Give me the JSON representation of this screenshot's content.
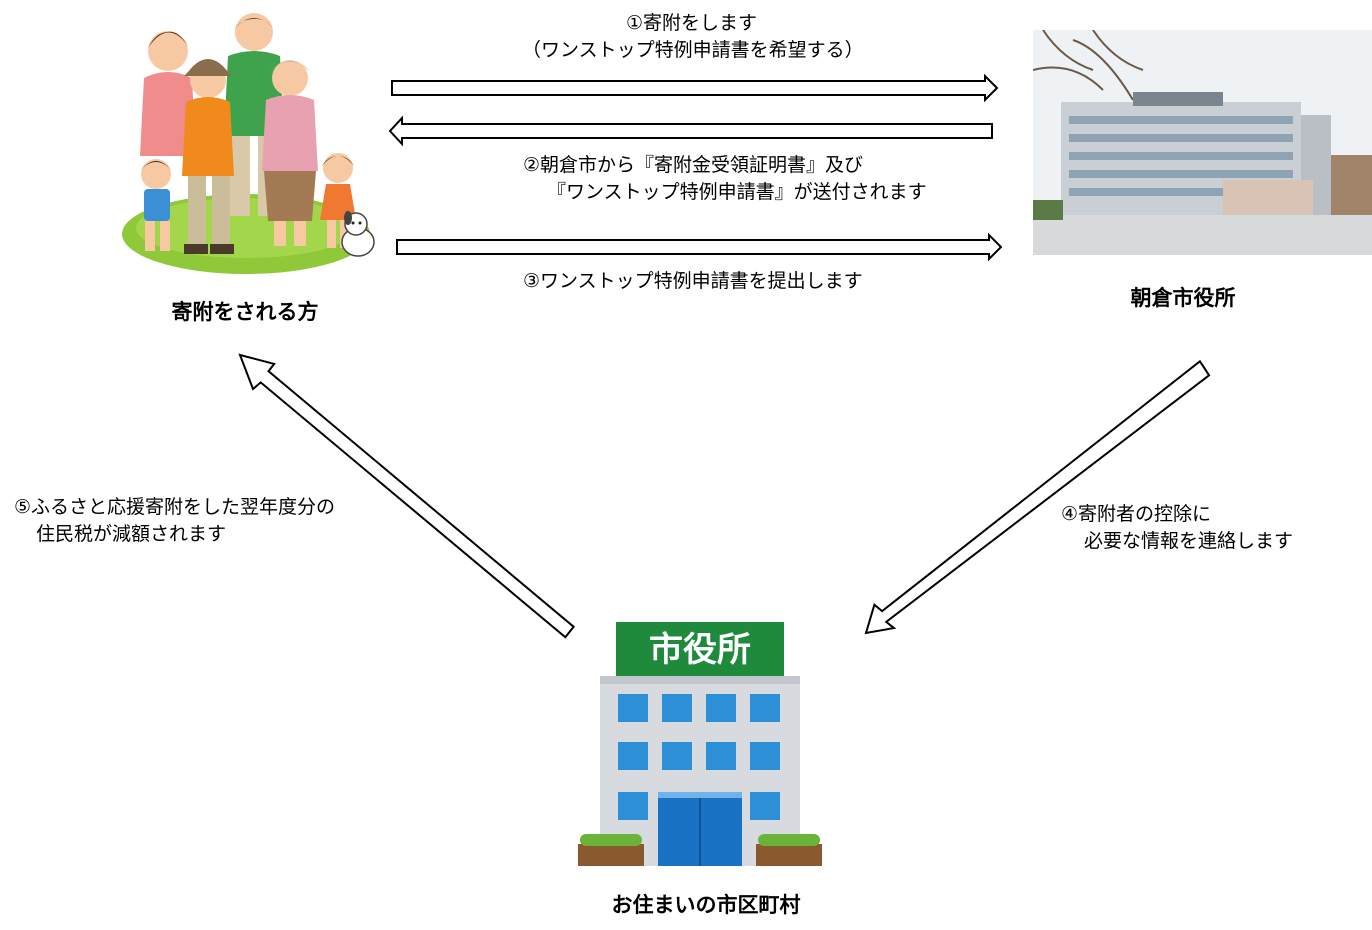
{
  "nodes": {
    "donor": {
      "label": "寄附をされる方"
    },
    "city_office": {
      "label": "朝倉市役所"
    },
    "municipality": {
      "label": "お住まいの市区町村",
      "sign_text": "市役所"
    }
  },
  "flows": {
    "step1": {
      "line1": "①寄附をします",
      "line2": "（ワンストップ特例申請書を希望する）"
    },
    "step2": {
      "line1": "②朝倉市から『寄附金受領証明書』及び",
      "line2": "『ワンストップ特例申請書』が送付されます"
    },
    "step3": {
      "line1": "③ワンストップ特例申請書を提出します"
    },
    "step4": {
      "line1": "④寄附者の控除に",
      "line2": "必要な情報を連絡します"
    },
    "step5": {
      "line1": "⑤ふるさと応援寄附をした翌年度分の",
      "line2": "住民税が減額されます"
    }
  },
  "icons": {
    "family": "family-group-illustration",
    "office_photo": "city-hall-building-photo",
    "municipal": "municipal-office-building-icon"
  },
  "colors": {
    "grass": "#8fc93a",
    "building": "#d7dbe0",
    "window": "#2d8fd5",
    "sign": "#1f8a3c",
    "sky": "#eef2f5"
  }
}
